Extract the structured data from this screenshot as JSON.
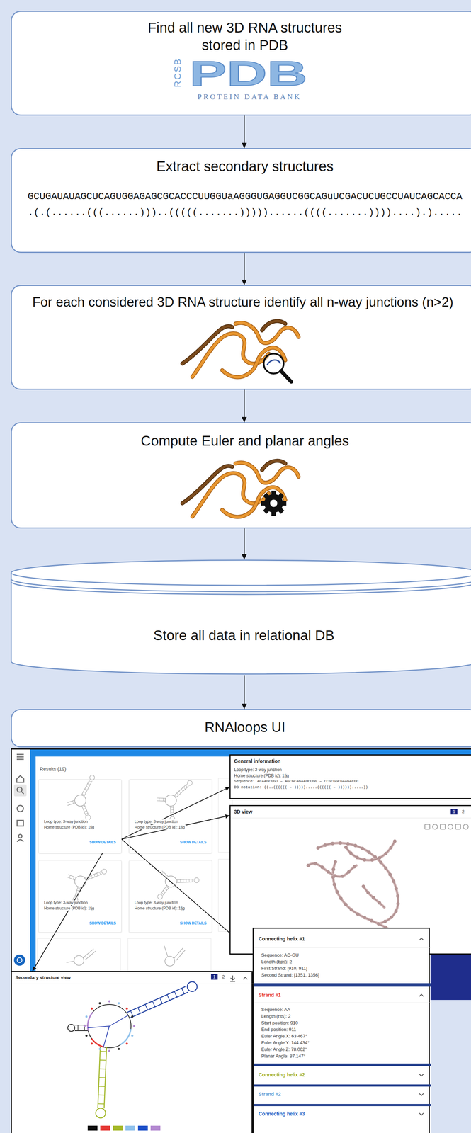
{
  "diagram": {
    "nodes": [
      {
        "text": [
          "Find all new 3D RNA structures stored in PDB",
          "RCSB",
          "PDB",
          "PROTEIN DATA BANK"
        ]
      },
      {
        "text": [
          "Extract secondary structures",
          "GCUGAUAUAGCUCAGUGGAGAGCGCACCCUUGGUaAGGGUGAGGUCGGCAGuUCGACUCUGCCUAUCAGCACCA",
          ".(.(......(((......)))..(((((.......)))))......((((.......))))....).)....."
        ]
      },
      {
        "text": [
          "For each considered 3D RNA structure identify all n-way junctions (n>2)"
        ]
      },
      {
        "text": [
          "Compute Euler and planar angles"
        ]
      },
      {
        "text": [
          "Store all data in relational DB"
        ]
      },
      {
        "text": [
          "RNAloops UI"
        ]
      },
      {
        "text": [
          "Results (19)"
        ]
      },
      {
        "text": [
          "Loop type: 3-way junction",
          "Home structure (PDB id): 1fjg",
          "SHOW DETAILS"
        ],
        "in": 6
      },
      {
        "text": [
          "Loop type: 3-way junction",
          "Home structure (PDB id): 1fjg",
          "SHOW DETAILS"
        ],
        "in": 6
      },
      {
        "text": [
          "Loop type: 3-way junction",
          "Home structure (PDB id): 1fjg",
          "SHOW DETAILS"
        ],
        "in": 6
      },
      {
        "text": [
          "Loop type: 3-way junction",
          "Home structure (PDB id): 1fjg",
          "SHOW DETAILS"
        ],
        "in": 6
      },
      {
        "text": [
          "General information",
          "Loop type: 3-way junction",
          "Home structure (PDB id): 1fjg",
          "Sequence: ACAAGCGGU – AGCGCAGAAUCUGG – CCGCGGCGAAGACGC",
          "DB notation: ((..(((((( – ))))).....(((((( – )))))).....))"
        ]
      },
      {
        "text": [
          "3D view",
          "1",
          "2"
        ]
      },
      {
        "text": [
          "Connecting helix #1",
          "Sequence: AC-GU",
          "Length (bps): 2",
          "First Strand: [910, 911]",
          "Second Strand: [1351, 1356]",
          "Strand #1",
          "Sequence: AA",
          "Length (nts): 2",
          "Start position: 910",
          "End position: 911",
          "Euler Angle X: 63.467°",
          "Euler Angle Y: 144.434°",
          "Euler Angle Z: 78.062°",
          "Planar Angle: 87.147°",
          "Connecting helix #2",
          "Strand #2",
          "Connecting helix #3"
        ]
      },
      {
        "text": [
          "Secondary structure view",
          "1",
          "2"
        ]
      }
    ],
    "edges": [
      {
        "from": 0,
        "to": 1,
        "arrow": "to"
      },
      {
        "from": 1,
        "to": 2,
        "arrow": "to"
      },
      {
        "from": 2,
        "to": 3,
        "arrow": "to"
      },
      {
        "from": 3,
        "to": 4,
        "arrow": "to"
      },
      {
        "from": 4,
        "to": 5,
        "arrow": "to"
      },
      {
        "from": 7,
        "to": 11,
        "arrow": "to"
      },
      {
        "from": 7,
        "to": 12,
        "arrow": "to"
      },
      {
        "from": 7,
        "to": 13,
        "arrow": "to"
      },
      {
        "from": 7,
        "to": 14,
        "arrow": "to"
      }
    ]
  }
}
